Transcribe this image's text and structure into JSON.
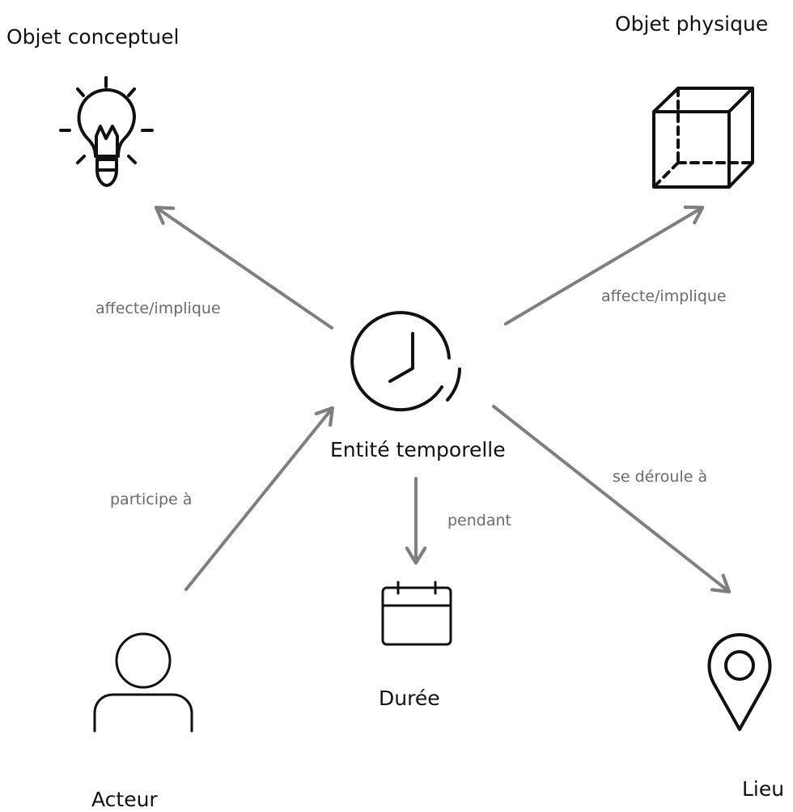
{
  "nodes": {
    "concept": {
      "label": "Objet conceptuel",
      "icon": "lightbulb-icon"
    },
    "physical": {
      "label": "Objet physique",
      "icon": "cube-icon"
    },
    "temporal": {
      "label": "Entité temporelle",
      "icon": "clock-icon"
    },
    "actor": {
      "label": "Acteur",
      "icon": "user-icon"
    },
    "duration": {
      "label": "Durée",
      "icon": "calendar-icon"
    },
    "place": {
      "label": "Lieu",
      "icon": "map-pin-icon"
    }
  },
  "edges": {
    "affects_concept": "affecte/implique",
    "affects_physical": "affecte/implique",
    "participates": "participe à",
    "during": "pendant",
    "takes_place": "se déroule à"
  },
  "colors": {
    "arrow": "#7f7f7f",
    "icon": "#111111",
    "edge_text": "#6b6b6b"
  }
}
